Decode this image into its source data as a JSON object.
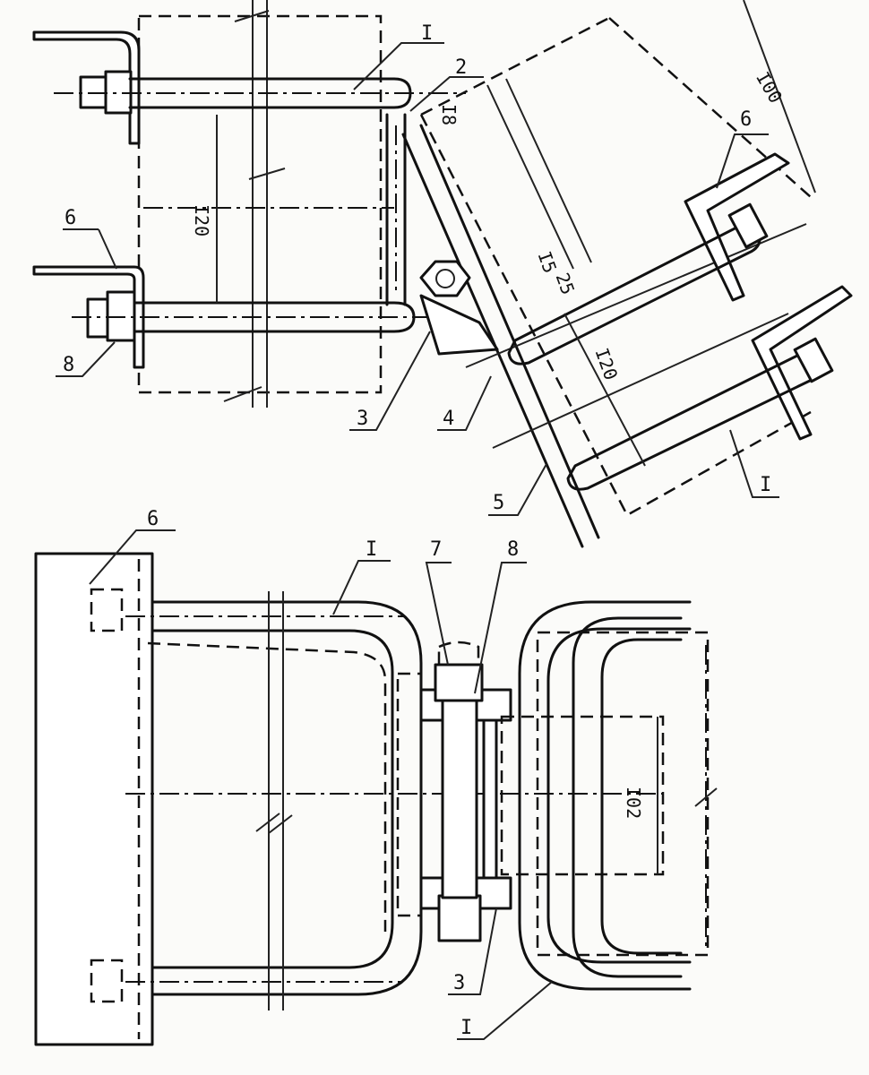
{
  "labels": {
    "part_1_top": "I",
    "part_2": "2",
    "part_6_top_left": "6",
    "part_6_top_right": "6",
    "part_8_top": "8",
    "part_3_top": "3",
    "part_4": "4",
    "part_5": "5",
    "part_1_right": "I",
    "part_6_bottom": "6",
    "part_1_bottom_top": "I",
    "part_7": "7",
    "part_8_bottom": "8",
    "part_3_bottom": "3",
    "part_1_bottom_low": "I"
  },
  "dimensions": {
    "d_18": "I8",
    "d_100": "I00",
    "d_120_left": "I20",
    "d_15": "I5",
    "d_25": "25",
    "d_120_right": "I20",
    "d_102": "I02"
  }
}
